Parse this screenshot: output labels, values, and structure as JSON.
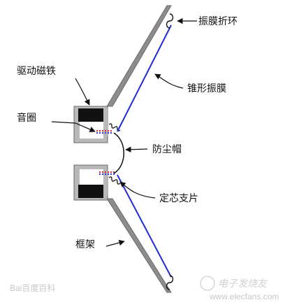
{
  "labels": {
    "surround": "振膜折环",
    "cone": "锥形振膜",
    "magnet": "驱动磁铁",
    "voice_coil": "音圈",
    "dust_cap": "防尘帽",
    "spider": "定芯支片",
    "frame": "框架"
  },
  "watermarks": {
    "left": "Bai百度百科",
    "right": "电子发烧友",
    "right_url": "www.elecfans.com"
  },
  "colors": {
    "frame": "#8c8c8c",
    "frame_edge": "#6a6a6a",
    "cone": "#1f2bd6",
    "magnet": "#111111",
    "coil_red": "#e0202a",
    "coil_blue": "#2a35e0",
    "lines": "#111111"
  }
}
